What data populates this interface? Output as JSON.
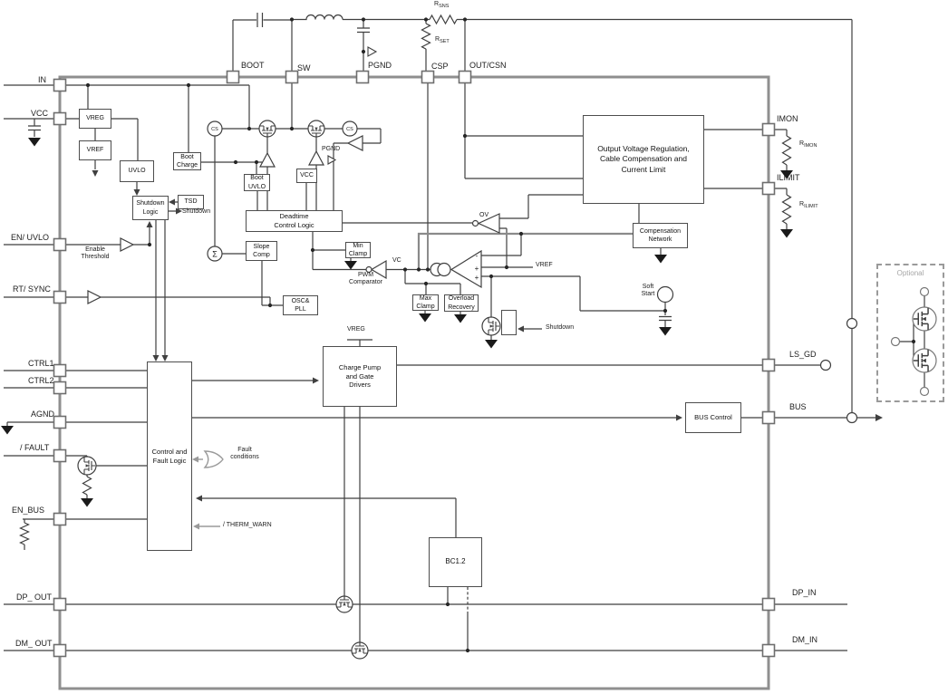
{
  "colors": {
    "wire": "#3f3f3f",
    "boundary": "#8f8f8f",
    "gray_accent": "#9a9a9a",
    "block_border": "#4d4d4d",
    "background": "#ffffff"
  },
  "labels": {
    "pin_in": "IN",
    "pin_vcc": "VCC",
    "pin_en_uvlo": "EN/ UVLO",
    "pin_rt_sync": "RT/ SYNC",
    "pin_ctrl1": "CTRL1",
    "pin_ctrl2": "CTRL2",
    "pin_agnd": "AGND",
    "pin_fault": "/ FAULT",
    "pin_en_bus": "EN_BUS",
    "pin_dp_out": "DP_ OUT",
    "pin_dm_out": "DM_ OUT",
    "pin_boot": "BOOT",
    "pin_sw": "SW",
    "pin_pgnd": "PGND",
    "pin_csp": "CSP",
    "pin_out_csn": "OUT/CSN",
    "pin_imon": "IMON",
    "pin_ilimit": "ILIMIT",
    "pin_ls_gd": "LS_GD",
    "pin_bus": "BUS",
    "pin_dp_in": "DP_IN",
    "pin_dm_in": "DM_IN",
    "r_sns_main": "R",
    "r_sns_sub": "SNS",
    "r_set_main": "R",
    "r_set_sub": "SET",
    "r_imon_main": "R",
    "r_imon_sub": "IMON",
    "r_ilimit_main": "R",
    "r_ilimit_sub": "ILIMIT",
    "vc": "VC",
    "vref_mid": "VREF",
    "vreg_supply": "VREG",
    "pgnd_mini": "PGND",
    "shutdown_out": "Shutdown",
    "shutdown_mid": "Shutdown",
    "enable_threshold": "Enable\nThreshold",
    "soft_start": "Soft\nStart",
    "ov": "OV",
    "optional": "Optional",
    "fault_conditions": "Fault\nconditions",
    "therm_warn": "/ THERM_WARN",
    "pwm_comparator": "PWM\nComparator",
    "sigma": "Σ",
    "cs_left": "CS",
    "cs_right": "CS",
    "amp_minus": "-",
    "amp_plus1": "+",
    "amp_plus2": "+"
  },
  "blocks": {
    "vreg": "VREG",
    "vref": "VREF",
    "uvlo": "UVLO",
    "boot_charge": "Boot\nCharge",
    "shutdown_logic": "Shutdown\nLogic",
    "tsd": "TSD",
    "boot_uvlo": "Boot\nUVLO",
    "vcc": "VCC",
    "deadtime": "Deadtime\nControl Logic",
    "slope_comp": "Slope\nComp",
    "min_clamp": "Min\nClamp",
    "osc_pll": "OSC&\nPLL",
    "max_clamp": "Max\nClamp",
    "overload": "Overload\nRecovery",
    "comp_network": "Compensation\nNetwork",
    "ovr": "Output Voltage Regulation,\nCable Compensation and\nCurrent Limit",
    "charge_pump": "Charge Pump\nand Gate\nDrivers",
    "control_fault": "Control and\nFault Logic",
    "bc12": "BC1.2",
    "bus_control": "BUS Control"
  }
}
